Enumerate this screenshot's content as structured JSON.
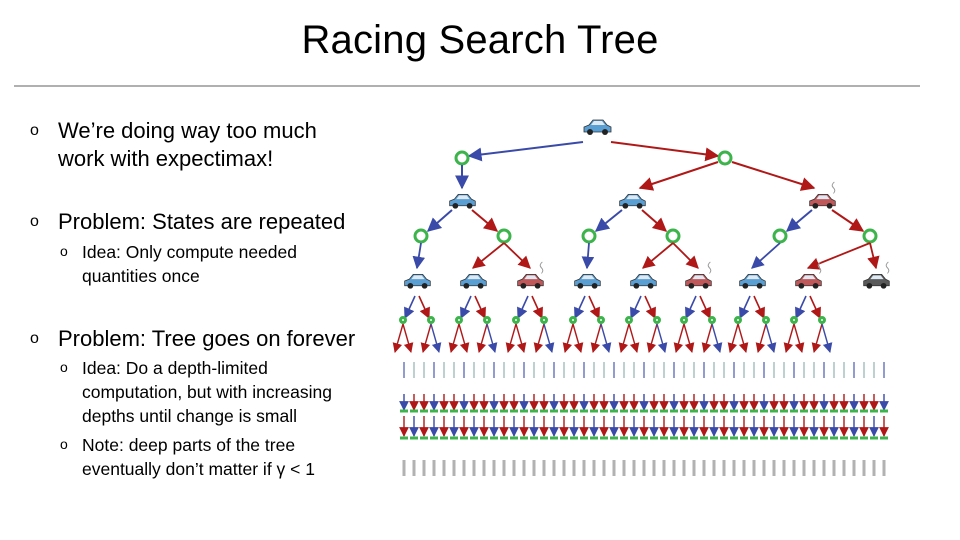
{
  "title": "Racing Search Tree",
  "bullets": [
    {
      "marker": "o",
      "text_line1": "We’re doing way too much",
      "text_line2": "work with expectimax!"
    },
    {
      "marker": "o",
      "text": "Problem: States are repeated"
    },
    {
      "marker": "o",
      "text_line1": "Idea: Only compute needed",
      "text_line2": "quantities once"
    },
    {
      "marker": "o",
      "text": "Problem: Tree goes on forever"
    },
    {
      "marker": "o",
      "text_line1": "Idea: Do a depth-limited",
      "text_line2": "computation, but with increasing",
      "text_line3": "depths until change is small"
    },
    {
      "marker": "o",
      "text_line1": "Note: deep parts of the tree",
      "text_line2": "eventually don’t matter if γ < 1"
    }
  ],
  "colors": {
    "slow_action": "#3a4aa8",
    "fast_action": "#b01818",
    "chance_node": "#3cb44b",
    "cool_car": "#5a9fd4",
    "warm_car": "#c0585a",
    "overheated_car": "#5a5a5a",
    "rule": "#b0b0b0"
  },
  "diagram": {
    "root": "cool-car-icon",
    "level2_states": [
      "cool-car-icon",
      "cool-car-icon",
      "warm-car-icon"
    ],
    "level3_states": [
      "cool-car-icon",
      "cool-car-icon",
      "warm-car-icon",
      "cool-car-icon",
      "cool-car-icon",
      "warm-car-icon",
      "cool-car-icon",
      "warm-car-icon",
      "overheated-car-icon"
    ]
  }
}
